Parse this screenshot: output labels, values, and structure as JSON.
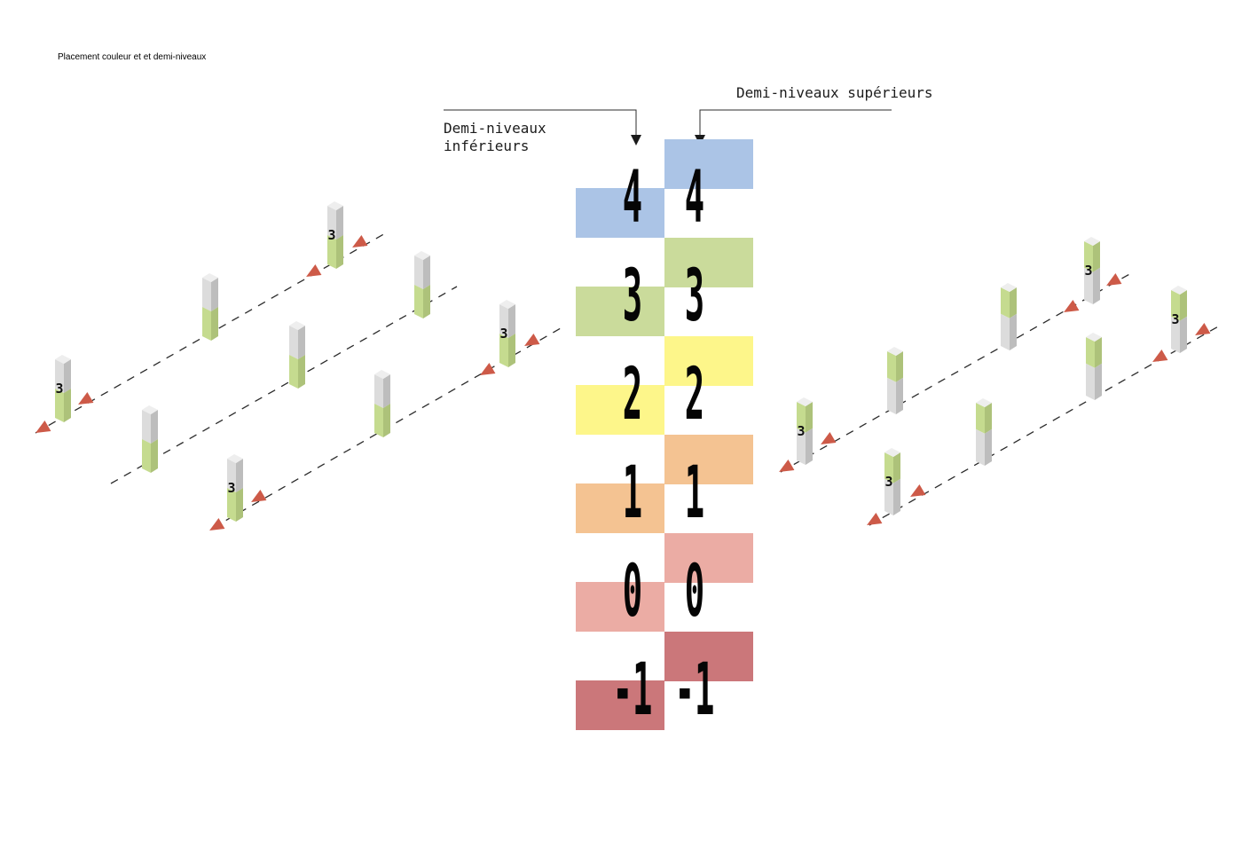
{
  "page_title": "Placement couleur et et demi-niveaux",
  "labels": {
    "upper": "Demi-niveaux supérieurs",
    "lower_line1": "Demi-niveaux",
    "lower_line2": "inférieurs"
  },
  "levels": [
    {
      "label": "4",
      "color": "#abc4e6"
    },
    {
      "label": "3",
      "color": "#cadb9b"
    },
    {
      "label": "2",
      "color": "#fdf68a"
    },
    {
      "label": "1",
      "color": "#f4c392"
    },
    {
      "label": "0",
      "color": "#ebaca4"
    },
    {
      "label": "-1",
      "color": "#cb777a"
    }
  ],
  "post_number": "3",
  "colors": {
    "post_green": "#c5db8f",
    "post_grey": "#dcdcdc",
    "arrow_red": "#cd5a48",
    "text": "#050505"
  }
}
